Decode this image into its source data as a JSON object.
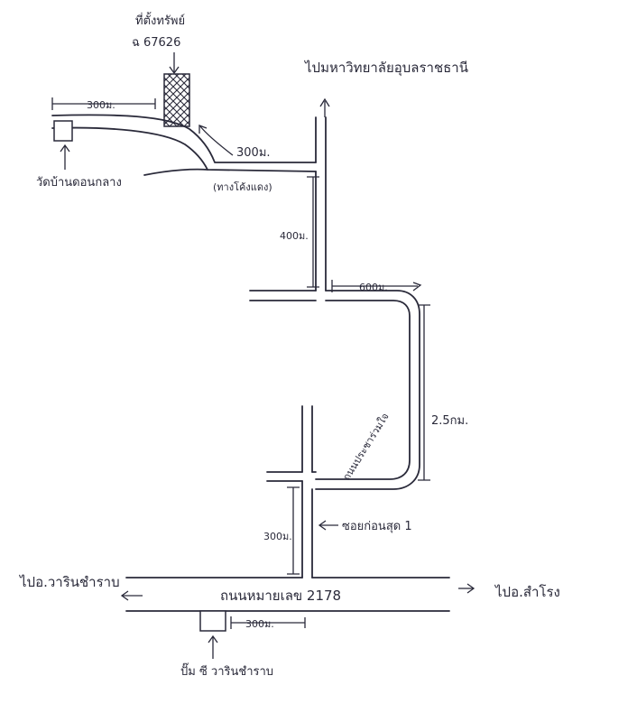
{
  "map": {
    "property": {
      "title": "ที่ตั้งทรัพย์",
      "deed_no": "ฉ 67626"
    },
    "destinations": {
      "university": "ไปมหาวิทยาลัยอุบลราชธานี",
      "warin": "ไปอ.วารินชำราบ",
      "samrong": "ไปอ.สำโรง"
    },
    "landmarks": {
      "temple": "วัดบ้านดอนกลาง",
      "tree": "(ทางโค้งแดง)",
      "soi": "ซอยก่อนสุด 1",
      "warin_gas": "ปั๊ม ซี วารินชำราบ"
    },
    "roads": {
      "highway": "ถนนหมายเลข 2178",
      "curve_label": "ถนนประชาร่วมใจ"
    },
    "distances": {
      "top_left": "300ม.",
      "to_property": "300ม.",
      "vertical_upper": "400ม.",
      "mid_right": "600ม.",
      "curve": "2.5กม.",
      "vertical_lower": "300ม.",
      "bottom": "300ม."
    },
    "colors": {
      "ink": "#2a2a3a",
      "hatch": "#2a2a3a"
    }
  }
}
